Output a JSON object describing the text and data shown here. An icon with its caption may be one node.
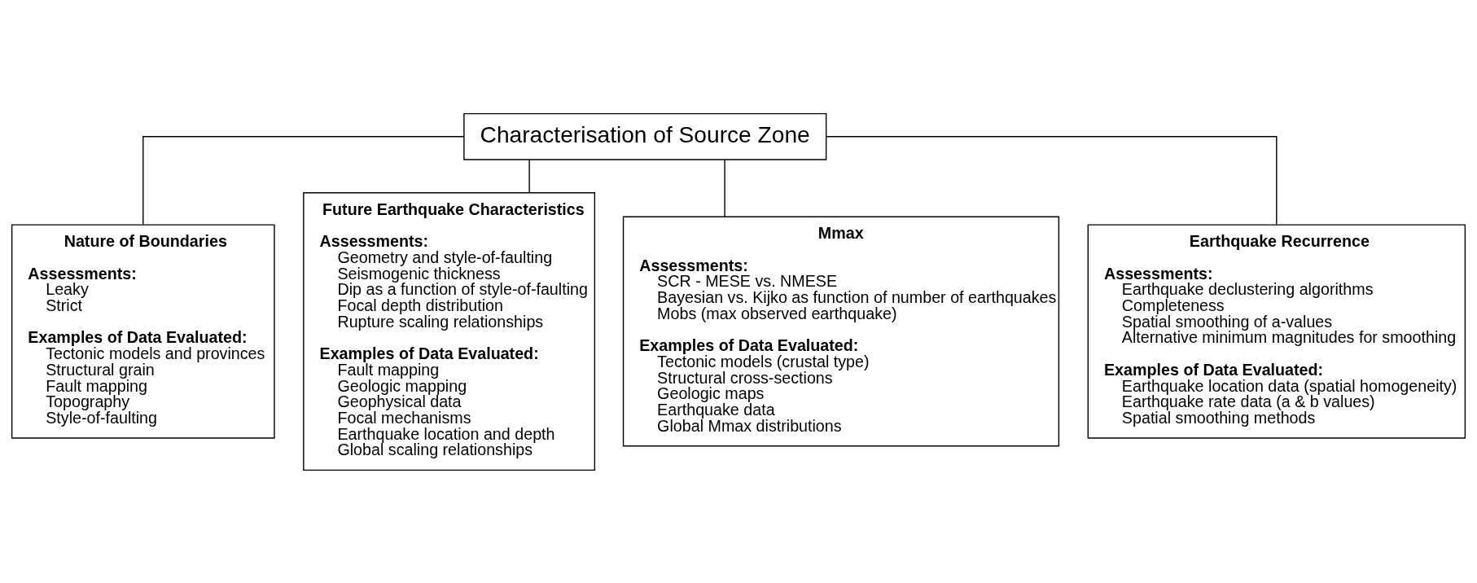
{
  "diagram": {
    "nodes": [
      {
        "text": [
          "Characterisation of Source Zone"
        ]
      },
      {
        "text": [
          "Nature of Boundaries",
          "Assessments:",
          "Leaky",
          "Strict",
          "Examples of Data Evaluated:",
          "Tectonic models and provinces",
          "Structural grain",
          "Fault mapping",
          "Topography",
          "Style-of-faulting"
        ]
      },
      {
        "text": [
          "Future Earthquake Characteristics",
          "Assessments:",
          "Geometry and style-of-faulting",
          "Seismogenic thickness",
          "Dip as a function of style-of-faulting",
          "Focal depth distribution",
          "Rupture scaling relationships",
          "Examples of Data Evaluated:",
          "Fault mapping",
          "Geologic mapping",
          "Geophysical data",
          "Focal mechanisms",
          "Earthquake location and depth",
          "Global scaling relationships"
        ]
      },
      {
        "text": [
          "Mmax",
          "Assessments:",
          "SCR - MESE vs. NMESE",
          "Bayesian vs. Kijko as function of number of earthquakes",
          "Mobs (max observed earthquake)",
          "Examples of Data Evaluated:",
          "Tectonic models (crustal type)",
          "Structural cross-sections",
          "Geologic maps",
          "Earthquake data",
          "Global Mmax distributions"
        ]
      },
      {
        "text": [
          "Earthquake Recurrence",
          "Assessments:",
          "Earthquake declustering algorithms",
          "Completeness",
          "Spatial smoothing of a-values",
          "Alternative minimum magnitudes for smoothing",
          "Examples of Data Evaluated:",
          "Earthquake location data (spatial homogeneity)",
          "Earthquake rate data (a & b values)",
          "Spatial smoothing methods"
        ]
      }
    ],
    "edges": [
      {
        "from": 0,
        "to": 1,
        "arrow": "none"
      },
      {
        "from": 0,
        "to": 2,
        "arrow": "none"
      },
      {
        "from": 0,
        "to": 3,
        "arrow": "none"
      },
      {
        "from": 0,
        "to": 4,
        "arrow": "none"
      }
    ]
  }
}
